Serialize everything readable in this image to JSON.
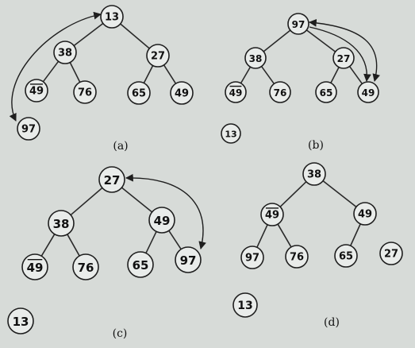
{
  "panels": [
    {
      "id": "a",
      "caption": "(a)",
      "nodes": [
        {
          "id": "r",
          "label": "13"
        },
        {
          "id": "l",
          "label": "38"
        },
        {
          "id": "rr",
          "label": "27"
        },
        {
          "id": "ll",
          "label": "49",
          "overline": true
        },
        {
          "id": "lr",
          "label": "76"
        },
        {
          "id": "rl",
          "label": "65"
        },
        {
          "id": "rrr",
          "label": "49"
        },
        {
          "id": "x",
          "label": "97"
        }
      ],
      "edges": [
        [
          "r",
          "l"
        ],
        [
          "r",
          "rr"
        ],
        [
          "l",
          "ll"
        ],
        [
          "l",
          "lr"
        ],
        [
          "rr",
          "rl"
        ],
        [
          "rr",
          "rrr"
        ]
      ],
      "arrows": [
        {
          "from": "r",
          "to": "x",
          "kind": "arrow"
        }
      ]
    },
    {
      "id": "b",
      "caption": "(b)",
      "nodes": [
        {
          "id": "r",
          "label": "97"
        },
        {
          "id": "l",
          "label": "38"
        },
        {
          "id": "rr",
          "label": "27"
        },
        {
          "id": "ll",
          "label": "49",
          "overline": true
        },
        {
          "id": "lr",
          "label": "76"
        },
        {
          "id": "rl",
          "label": "65"
        },
        {
          "id": "rrr",
          "label": "49"
        },
        {
          "id": "x",
          "label": "13"
        }
      ],
      "edges": [
        [
          "r",
          "l"
        ],
        [
          "r",
          "rr"
        ],
        [
          "l",
          "ll"
        ],
        [
          "l",
          "lr"
        ],
        [
          "rr",
          "rl"
        ],
        [
          "rr",
          "rrr"
        ]
      ],
      "arrows": [
        {
          "from": "r",
          "to": "rrr",
          "kind": "double"
        }
      ]
    },
    {
      "id": "c",
      "caption": "(c)",
      "nodes": [
        {
          "id": "r",
          "label": "27"
        },
        {
          "id": "l",
          "label": "38"
        },
        {
          "id": "rr",
          "label": "49"
        },
        {
          "id": "ll",
          "label": "49",
          "overline": true
        },
        {
          "id": "lr",
          "label": "76"
        },
        {
          "id": "rl",
          "label": "65"
        },
        {
          "id": "rrr",
          "label": "97"
        },
        {
          "id": "x",
          "label": "13"
        }
      ],
      "edges": [
        [
          "r",
          "l"
        ],
        [
          "r",
          "rr"
        ],
        [
          "l",
          "ll"
        ],
        [
          "l",
          "lr"
        ],
        [
          "rr",
          "rl"
        ],
        [
          "rr",
          "rrr"
        ]
      ],
      "arrows": [
        {
          "from": "r",
          "to": "rrr",
          "kind": "arrow"
        }
      ]
    },
    {
      "id": "d",
      "caption": "(d)",
      "nodes": [
        {
          "id": "r",
          "label": "38"
        },
        {
          "id": "l",
          "label": "49",
          "overline": true
        },
        {
          "id": "rr",
          "label": "49"
        },
        {
          "id": "ll",
          "label": "97"
        },
        {
          "id": "lr",
          "label": "76"
        },
        {
          "id": "rl",
          "label": "65"
        },
        {
          "id": "y",
          "label": "27"
        },
        {
          "id": "x",
          "label": "13"
        }
      ],
      "edges": [
        [
          "r",
          "l"
        ],
        [
          "r",
          "rr"
        ],
        [
          "l",
          "ll"
        ],
        [
          "l",
          "lr"
        ],
        [
          "rr",
          "rl"
        ]
      ],
      "arrows": []
    }
  ]
}
